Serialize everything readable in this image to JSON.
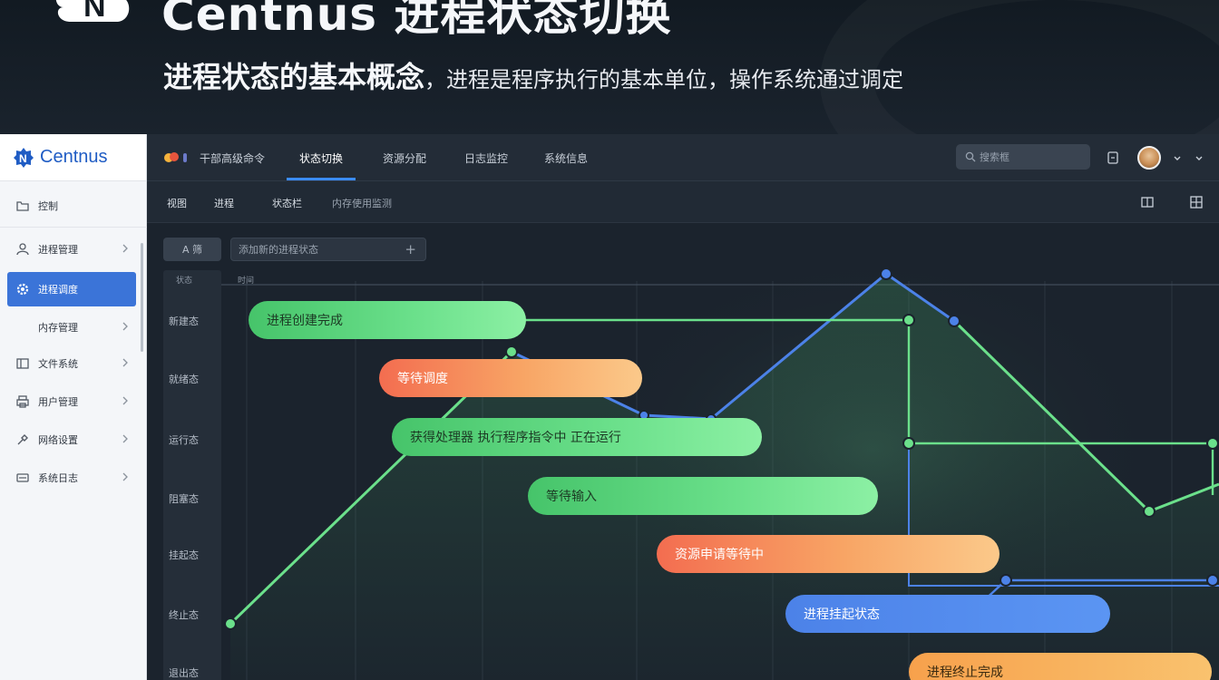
{
  "banner": {
    "title": "Centnus  进程状态切换",
    "subtitle_bold": "进程状态的基本概念",
    "subtitle_rest": "，进程是程序执行的基本单位，操作系统通过调定"
  },
  "brand": {
    "name": "Centnus"
  },
  "sidebar": {
    "items": [
      {
        "label": "控制",
        "icon": "folder-icon"
      },
      {
        "label": "进程管理",
        "icon": "user-icon"
      },
      {
        "label": "进程调度",
        "icon": "gear-icon"
      },
      {
        "label": "内存管理",
        "icon": ""
      },
      {
        "label": "文件系统",
        "icon": "window-icon"
      },
      {
        "label": "用户管理",
        "icon": "printer-icon"
      },
      {
        "label": "网络设置",
        "icon": "tools-icon"
      },
      {
        "label": "系统日志",
        "icon": "card-icon"
      }
    ]
  },
  "topnav": {
    "items": [
      {
        "label": "干部高级命令"
      },
      {
        "label": "状态切换"
      },
      {
        "label": "资源分配"
      },
      {
        "label": "日志监控"
      },
      {
        "label": "系统信息"
      }
    ],
    "search_placeholder": "搜索框"
  },
  "subnav": {
    "items": [
      {
        "label": "视图"
      },
      {
        "label": "进程"
      },
      {
        "label": "状态栏"
      },
      {
        "label": "内存使用监测"
      }
    ]
  },
  "toolbar": {
    "button_label": "A 筛",
    "input_placeholder": "添加新的进程状态"
  },
  "chart": {
    "col_head_left": "状态",
    "col_head_right": "时间",
    "row_labels": [
      "新建态",
      "就绪态",
      "运行态",
      "阻塞态",
      "挂起态",
      "终止态",
      "退出态"
    ],
    "bars": [
      {
        "label": "进程创建完成",
        "color": "green"
      },
      {
        "label": "等待调度",
        "color": "orange"
      },
      {
        "label": "获得处理器 执行程序指令中 正在运行",
        "color": "green"
      },
      {
        "label": "等待输入",
        "color": "green"
      },
      {
        "label": "资源申请等待中",
        "color": "orange"
      },
      {
        "label": "进程挂起状态",
        "color": "blue"
      },
      {
        "label": "进程终止完成",
        "color": "ybar"
      }
    ]
  },
  "colors": {
    "accent": "#3b8cff",
    "green": "#6be08b",
    "blue": "#4c82e8",
    "orange": "#f8a565"
  }
}
